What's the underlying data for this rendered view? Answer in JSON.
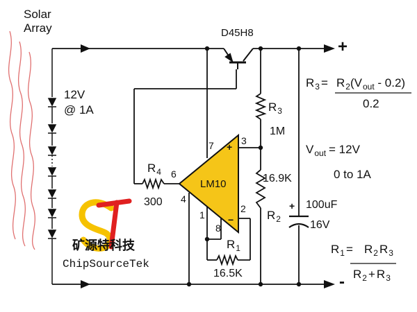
{
  "labels": {
    "solar_line1": "Solar",
    "solar_line2": "Array",
    "voltage": "12V",
    "current": "@ 1A",
    "transistor": "D45H8",
    "plus": "+",
    "minus": "-",
    "r4_letter": "R",
    "r4_sub": "4",
    "r4_value": "300",
    "pin6": "6",
    "pin4": "4",
    "pin7": "7",
    "pin3": "3",
    "pin1": "1",
    "pin8": "8",
    "pin2": "2",
    "ic": "LM10",
    "ic_plus": "+",
    "ic_minus": "−",
    "r3_letter": "R",
    "r3_sub": "3",
    "r3_value": "1M",
    "r2_value": "16.9K",
    "r2_letter": "R",
    "r2_sub": "2",
    "cap_value": "100uF",
    "cap_voltage": "16V",
    "cap_plus": "+",
    "r1_letter": "R",
    "r1_sub": "1",
    "r1_value": "16.5K"
  },
  "formulas": {
    "r3": {
      "lhs": "R",
      "lhs_sub": "3",
      "eq": "=",
      "num_a": "R",
      "num_a_sub": "2",
      "num_b": "(V",
      "num_b_sub": "out",
      "num_c": " - 0.2)",
      "den": "0.2"
    },
    "vout": {
      "lhs": "V",
      "lhs_sub": "out",
      "rhs": "= 12V",
      "line2": "0 to 1A"
    },
    "r1": {
      "lhs": "R",
      "lhs_sub": "1",
      "eq": "=",
      "num_a": "R",
      "num_a_sub": "2",
      "num_b": "R",
      "num_b_sub": "3",
      "den_a": "R",
      "den_a_sub": "2",
      "den_plus": "+",
      "den_b": "R",
      "den_b_sub": "3"
    }
  },
  "watermark": {
    "chinese": "矿源特科技",
    "english": "ChipSourceTek"
  },
  "colors": {
    "wire": "#111111",
    "opamp_fill": "#f5c518",
    "solar_wave": "#e07070",
    "logo_yellow": "#f6c200",
    "logo_red": "#e02020"
  }
}
